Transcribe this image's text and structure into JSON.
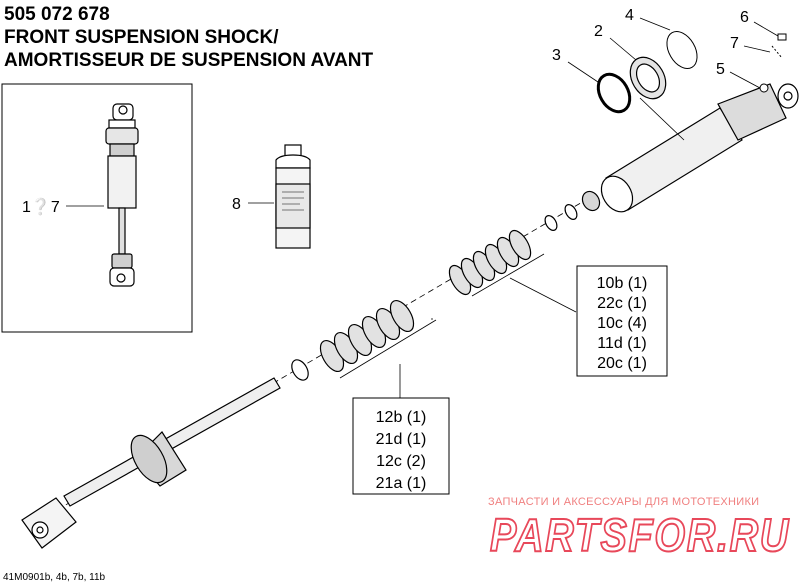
{
  "header": {
    "part_number": "505 072 678",
    "title_en": "FRONT SUSPENSION SHOCK/",
    "title_fr": "AMORTISSEUR DE SUSPENSION AVANT"
  },
  "callouts": [
    "1❔7",
    "2",
    "3",
    "4",
    "5",
    "6",
    "7",
    "8"
  ],
  "kit_upper": {
    "lines": [
      "10b (1)",
      "22c (1)",
      "10c (4)",
      "11d (1)",
      "20c (1)"
    ]
  },
  "kit_lower": {
    "lines": [
      "12b (1)",
      "21d (1)",
      "12c (2)",
      "21a (1)"
    ]
  },
  "footer": {
    "reference": "41M0901b, 4b, 7b, 11b"
  },
  "watermark": {
    "tagline": "ЗАПЧАСТИ И АКСЕССУАРЫ ДЛЯ МОТОТЕХНИКИ",
    "logo_text": "PARTSFOR.RU",
    "color": "#e8485a"
  }
}
